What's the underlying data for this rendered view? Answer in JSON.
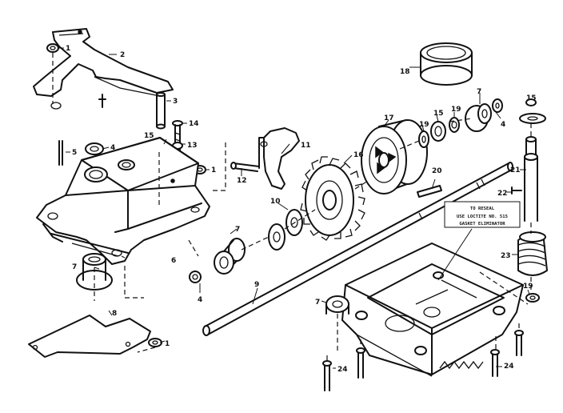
{
  "labels": {
    "p1": "1",
    "p2": "2",
    "p3": "3",
    "p4": "4",
    "p5": "5",
    "p6": "6",
    "p7": "7",
    "p8": "8",
    "p9": "9",
    "p10": "10",
    "p11": "11",
    "p12": "12",
    "p13": "13",
    "p14": "14",
    "p15": "15",
    "p16": "16",
    "p17": "17",
    "p18": "18",
    "p19": "19",
    "p20": "20",
    "p21": "21",
    "p22": "22",
    "p23": "23",
    "p24": "24"
  },
  "note": {
    "line1": "TO RESEAL",
    "line2": "USE LOCTITE NO. 515",
    "line3": "GASKET ELIMINATOR"
  }
}
